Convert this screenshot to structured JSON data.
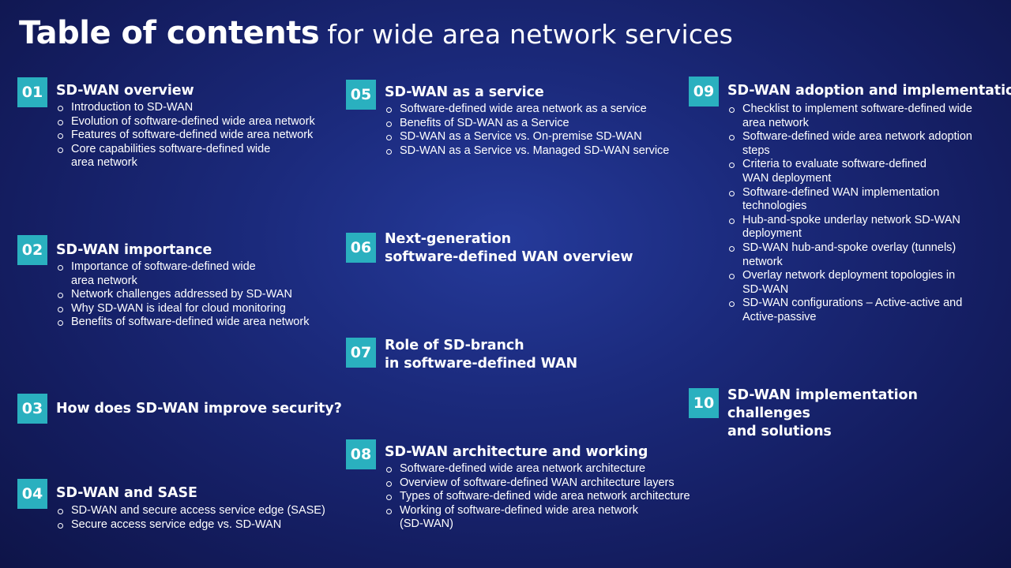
{
  "title": {
    "bold": "Table of contents",
    "light": "for wide area network services"
  },
  "sections": [
    {
      "number": "01",
      "heading": "SD-WAN overview",
      "items": [
        "Introduction to SD-WAN",
        "Evolution of software-defined wide area network",
        "Features of software-defined wide area network",
        "Core capabilities software-defined wide\narea network"
      ]
    },
    {
      "number": "02",
      "heading": "SD-WAN importance",
      "items": [
        "Importance of software-defined wide\narea network",
        "Network challenges addressed by SD-WAN",
        "Why SD-WAN is ideal for cloud monitoring",
        "Benefits of software-defined wide area network"
      ]
    },
    {
      "number": "03",
      "heading": "How does SD-WAN improve security?",
      "items": []
    },
    {
      "number": "04",
      "heading": "SD-WAN and SASE",
      "items": [
        "SD-WAN and secure access service edge (SASE)",
        "Secure access service edge vs. SD-WAN"
      ]
    },
    {
      "number": "05",
      "heading": "SD-WAN as a service",
      "items": [
        "Software-defined wide area network as a service",
        "Benefits of SD-WAN as a Service",
        "SD-WAN as a Service vs. On-premise SD-WAN",
        "SD-WAN as a Service vs. Managed SD-WAN service"
      ]
    },
    {
      "number": "06",
      "heading": "Next-generation\nsoftware-defined WAN overview",
      "items": []
    },
    {
      "number": "07",
      "heading": "Role of SD-branch\nin software-defined WAN",
      "items": []
    },
    {
      "number": "08",
      "heading": "SD-WAN architecture and working",
      "items": [
        "Software-defined wide area network architecture",
        "Overview of software-defined WAN architecture layers",
        "Types of software-defined wide area network architecture",
        "Working of software-defined wide area network\n(SD-WAN)"
      ]
    },
    {
      "number": "09",
      "heading": "SD-WAN adoption and implementation",
      "items": [
        "Checklist to implement software-defined wide\narea network",
        "Software-defined wide area network adoption\nsteps",
        "Criteria to evaluate software-defined\nWAN deployment",
        "Software-defined WAN implementation\ntechnologies",
        "Hub-and-spoke underlay network SD-WAN\ndeployment",
        "SD-WAN hub-and-spoke overlay (tunnels)\nnetwork",
        "Overlay network deployment topologies in\nSD-WAN",
        "SD-WAN configurations – Active-active and\nActive-passive"
      ]
    },
    {
      "number": "10",
      "heading": "SD-WAN implementation challenges\nand solutions",
      "items": []
    }
  ]
}
